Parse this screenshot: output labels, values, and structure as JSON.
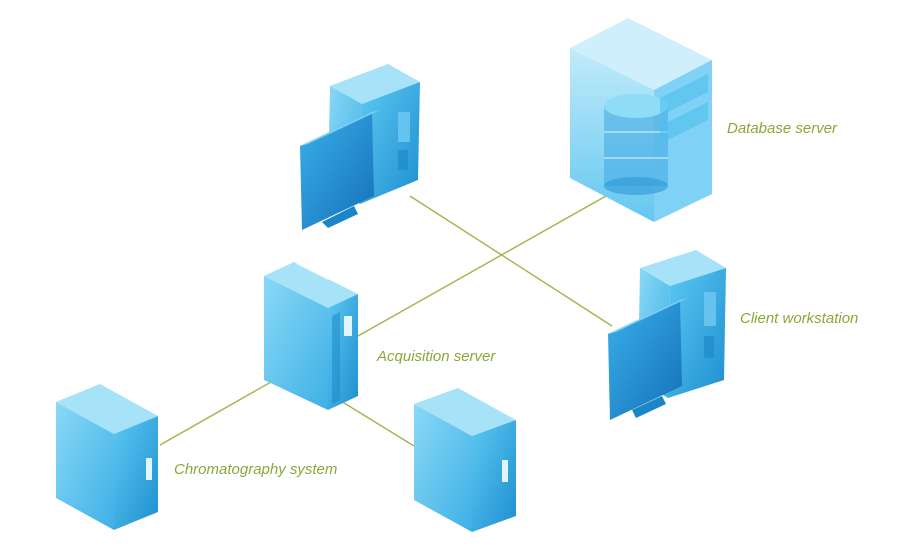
{
  "labels": {
    "database_server": "Database server",
    "client_workstation": "Client workstation",
    "acquisition_server": "Acquisition server",
    "chromatography_system": "Chromatography system"
  },
  "colors": {
    "label": "#8aa83a",
    "link": "#9aaa3c",
    "device_front": "#2fa8e0",
    "device_side": "#4cc0ee",
    "device_top": "#8fdcf7"
  }
}
